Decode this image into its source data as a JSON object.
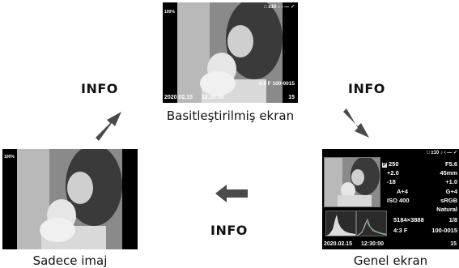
{
  "info_label": "INFO",
  "screens": {
    "top": {
      "caption": "Basitleştirilmiş ekran",
      "battery": "100%",
      "top_right": "□ ±10  ♪  ‹  —  ✓",
      "mid_right": "4:3   F   100-0015",
      "date": "2020.02.15",
      "time": "12:30:00",
      "count": "15"
    },
    "left": {
      "caption": "Sadece imaj",
      "battery": "100%"
    },
    "right": {
      "caption": "Genel ekran",
      "top_right": "□ ±10  ♪  ‹  —  ✓",
      "rows": [
        {
          "a": "250",
          "b": "F5.6"
        },
        {
          "a": "+2.0",
          "b": "45mm"
        },
        {
          "a": "-18",
          "b": "+1.0"
        },
        {
          "a": "A+4",
          "b": "G+4"
        },
        {
          "a": "ISO 400",
          "b": "sRGB"
        },
        {
          "a": "",
          "b": "Natural"
        },
        {
          "a": "5184×3888",
          "b": "1/8"
        },
        {
          "a": "4:3   F",
          "b": "100-0015"
        }
      ],
      "date": "2020.02.15",
      "time": "12:30:00",
      "count": "15"
    }
  },
  "colors": {
    "arrow": "#4a4a4a",
    "screen": "#000000",
    "panel_text": "#ffffff"
  }
}
